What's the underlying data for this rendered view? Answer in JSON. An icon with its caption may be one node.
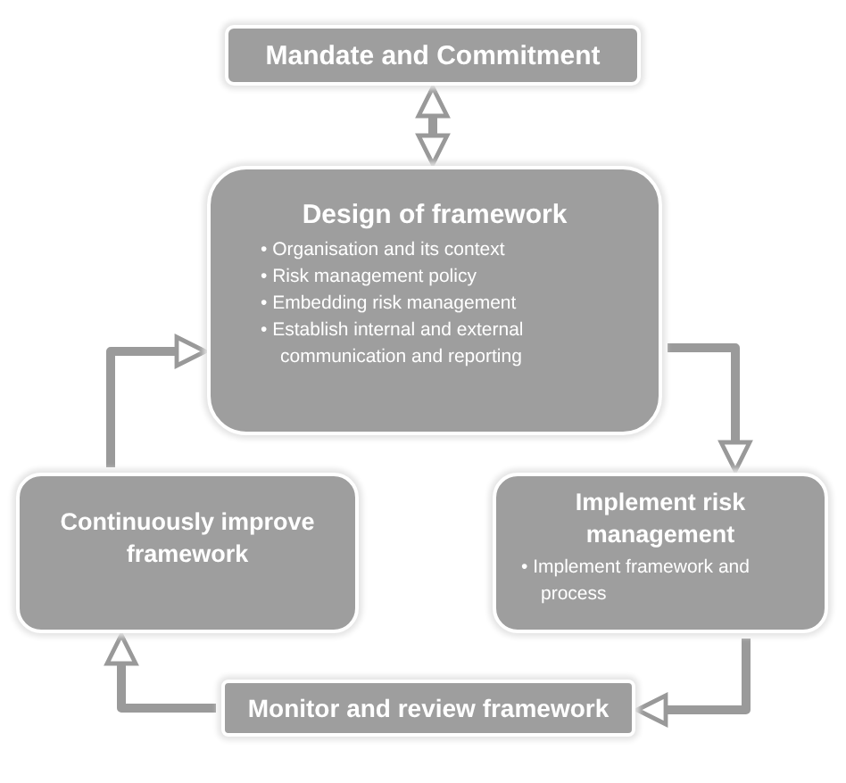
{
  "diagram": {
    "nodes": [
      {
        "text": [
          "Mandate and Commitment"
        ]
      },
      {
        "text": [
          "Design of framework",
          "• Organisation and its context",
          "• Risk management policy",
          "• Embedding risk management",
          "• Establish internal and external communication and reporting"
        ]
      },
      {
        "text": [
          "Continuously improve framework"
        ]
      },
      {
        "text": [
          "Implement risk management",
          "• Implement framework and process"
        ]
      },
      {
        "text": [
          "Monitor and review framework"
        ]
      }
    ],
    "edges": [
      {
        "from": 0,
        "to": 1,
        "arrow": "both"
      },
      {
        "from": 1,
        "to": 3,
        "arrow": "to"
      },
      {
        "from": 3,
        "to": 4,
        "arrow": "to"
      },
      {
        "from": 4,
        "to": 2,
        "arrow": "to"
      },
      {
        "from": 2,
        "to": 1,
        "arrow": "to"
      }
    ]
  }
}
